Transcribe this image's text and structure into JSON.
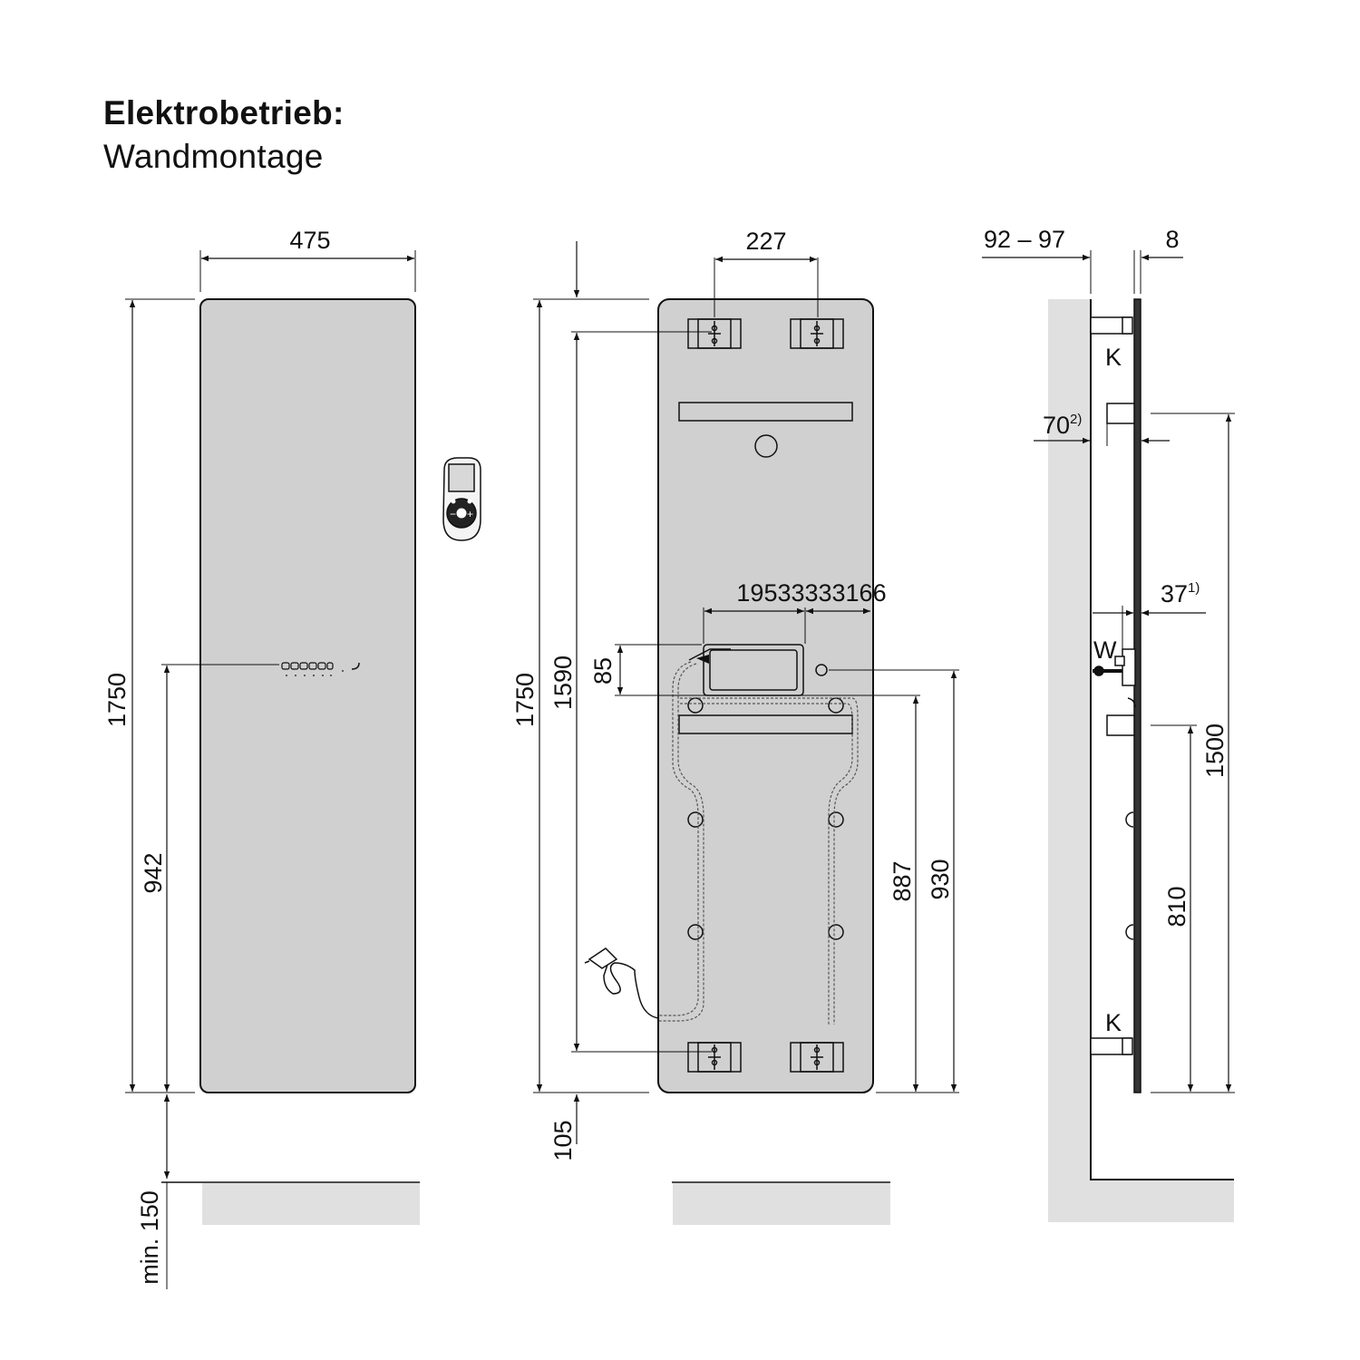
{
  "heading": {
    "title": "Elektrobetrieb:",
    "subtitle": "Wandmontage"
  },
  "front_view": {
    "width": "475",
    "height": "1750",
    "control_height": "942",
    "floor_clearance": "min. 150"
  },
  "back_view": {
    "top_bracket_spacing": "227",
    "height": "1750",
    "bracket_span": "1590",
    "bottom_offset": "105",
    "box_dims": "19533333166",
    "box_height": "85",
    "lower_height_1": "887",
    "lower_height_2": "930"
  },
  "side_view": {
    "wall_distance": "92 – 97",
    "panel_thickness": "8",
    "dim_70": "70",
    "dim_70_note": "2)",
    "dim_37": "37",
    "dim_37_note": "1)",
    "dim_1500": "1500",
    "dim_810": "810",
    "label_k_top": "K",
    "label_k_bottom": "K",
    "label_w": "W"
  },
  "colors": {
    "panel": "#d0d0d0",
    "wall": "#e0e0e0",
    "line": "#111111"
  }
}
